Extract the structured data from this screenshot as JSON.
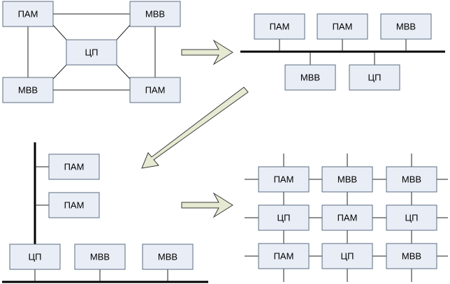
{
  "labels": {
    "mem": "ПАМ",
    "io": "МВВ",
    "cpu": "ЦП"
  },
  "diagrams": {
    "point_to_point": [
      "mem",
      "io",
      "cpu",
      "io",
      "mem"
    ],
    "single_bus": [
      "mem",
      "mem",
      "io",
      "io",
      "cpu"
    ],
    "vertical_bus": [
      "mem",
      "mem",
      "cpu",
      "io",
      "io"
    ],
    "mesh": [
      [
        "mem",
        "io",
        "io"
      ],
      [
        "cpu",
        "mem",
        "cpu"
      ],
      [
        "mem",
        "cpu",
        "io"
      ]
    ]
  }
}
